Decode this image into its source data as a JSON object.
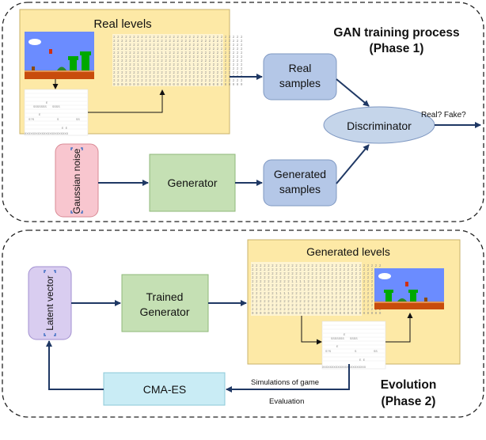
{
  "phase1": {
    "title_line1": "GAN training process",
    "title_line2": "(Phase 1)",
    "real_levels_label": "Real levels",
    "real_samples_line1": "Real",
    "real_samples_line2": "samples",
    "discriminator_label": "Discriminator",
    "output_label": "Real? Fake?",
    "noise_label": "Gaussian noise",
    "generator_label": "Generator",
    "generated_samples_line1": "Generated",
    "generated_samples_line2": "samples"
  },
  "phase2": {
    "title_line1": "Evolution",
    "title_line2": "(Phase 2)",
    "latent_label": "Latent vector",
    "trained_generator_line1": "Trained",
    "trained_generator_line2": "Generator",
    "generated_levels_label": "Generated levels",
    "cmaes_label": "CMA-ES",
    "simulations_label": "Simulations of game",
    "evaluation_label": "Evaluation"
  },
  "colors": {
    "yellow_panel": "#fde9a6",
    "blue_box": "#b4c7e7",
    "green_box": "#c5e0b4",
    "pink_box": "#f8c6cf",
    "purple_box": "#d9cdf0",
    "cyan_box": "#c9ecf5",
    "arrow": "#1f3864",
    "sky": "#6b8cff"
  }
}
